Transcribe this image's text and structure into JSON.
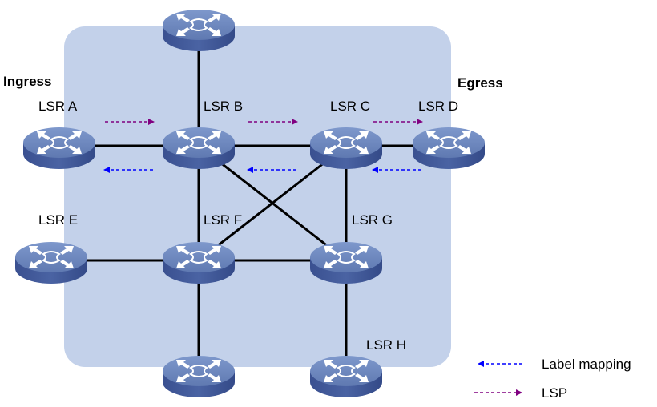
{
  "diagram": {
    "title": "MPLS LDP label distribution",
    "role_labels": {
      "ingress": "Ingress",
      "egress": "Egress"
    },
    "nodes": [
      {
        "id": "top",
        "label": ""
      },
      {
        "id": "A",
        "label": "LSR A"
      },
      {
        "id": "B",
        "label": "LSR B"
      },
      {
        "id": "C",
        "label": "LSR C"
      },
      {
        "id": "D",
        "label": "LSR D"
      },
      {
        "id": "E",
        "label": "LSR E"
      },
      {
        "id": "F",
        "label": "LSR F"
      },
      {
        "id": "G",
        "label": "LSR G"
      },
      {
        "id": "H",
        "label": "LSR H"
      },
      {
        "id": "bottom",
        "label": ""
      }
    ],
    "links": [
      [
        "top",
        "B"
      ],
      [
        "A",
        "B"
      ],
      [
        "B",
        "C"
      ],
      [
        "C",
        "D"
      ],
      [
        "B",
        "F"
      ],
      [
        "C",
        "G"
      ],
      [
        "B",
        "G"
      ],
      [
        "C",
        "F"
      ],
      [
        "E",
        "F"
      ],
      [
        "F",
        "G"
      ],
      [
        "F",
        "bottom"
      ],
      [
        "G",
        "H"
      ]
    ],
    "lsp_arrows": [
      [
        "A",
        "B"
      ],
      [
        "B",
        "C"
      ],
      [
        "C",
        "D"
      ]
    ],
    "label_mapping_arrows": [
      [
        "B",
        "A"
      ],
      [
        "C",
        "B"
      ],
      [
        "D",
        "C"
      ]
    ],
    "legend": [
      {
        "key": "label_mapping",
        "label": "Label mapping",
        "color": "#0000ff",
        "direction": "left"
      },
      {
        "key": "lsp",
        "label": "LSP",
        "color": "#800080",
        "direction": "right"
      }
    ],
    "colors": {
      "panel": "#c3d1ea",
      "router_top": "#6c87bd",
      "router_side": "#3f5797",
      "link": "#000000",
      "lsp": "#800080",
      "label_mapping": "#0000ff"
    }
  }
}
